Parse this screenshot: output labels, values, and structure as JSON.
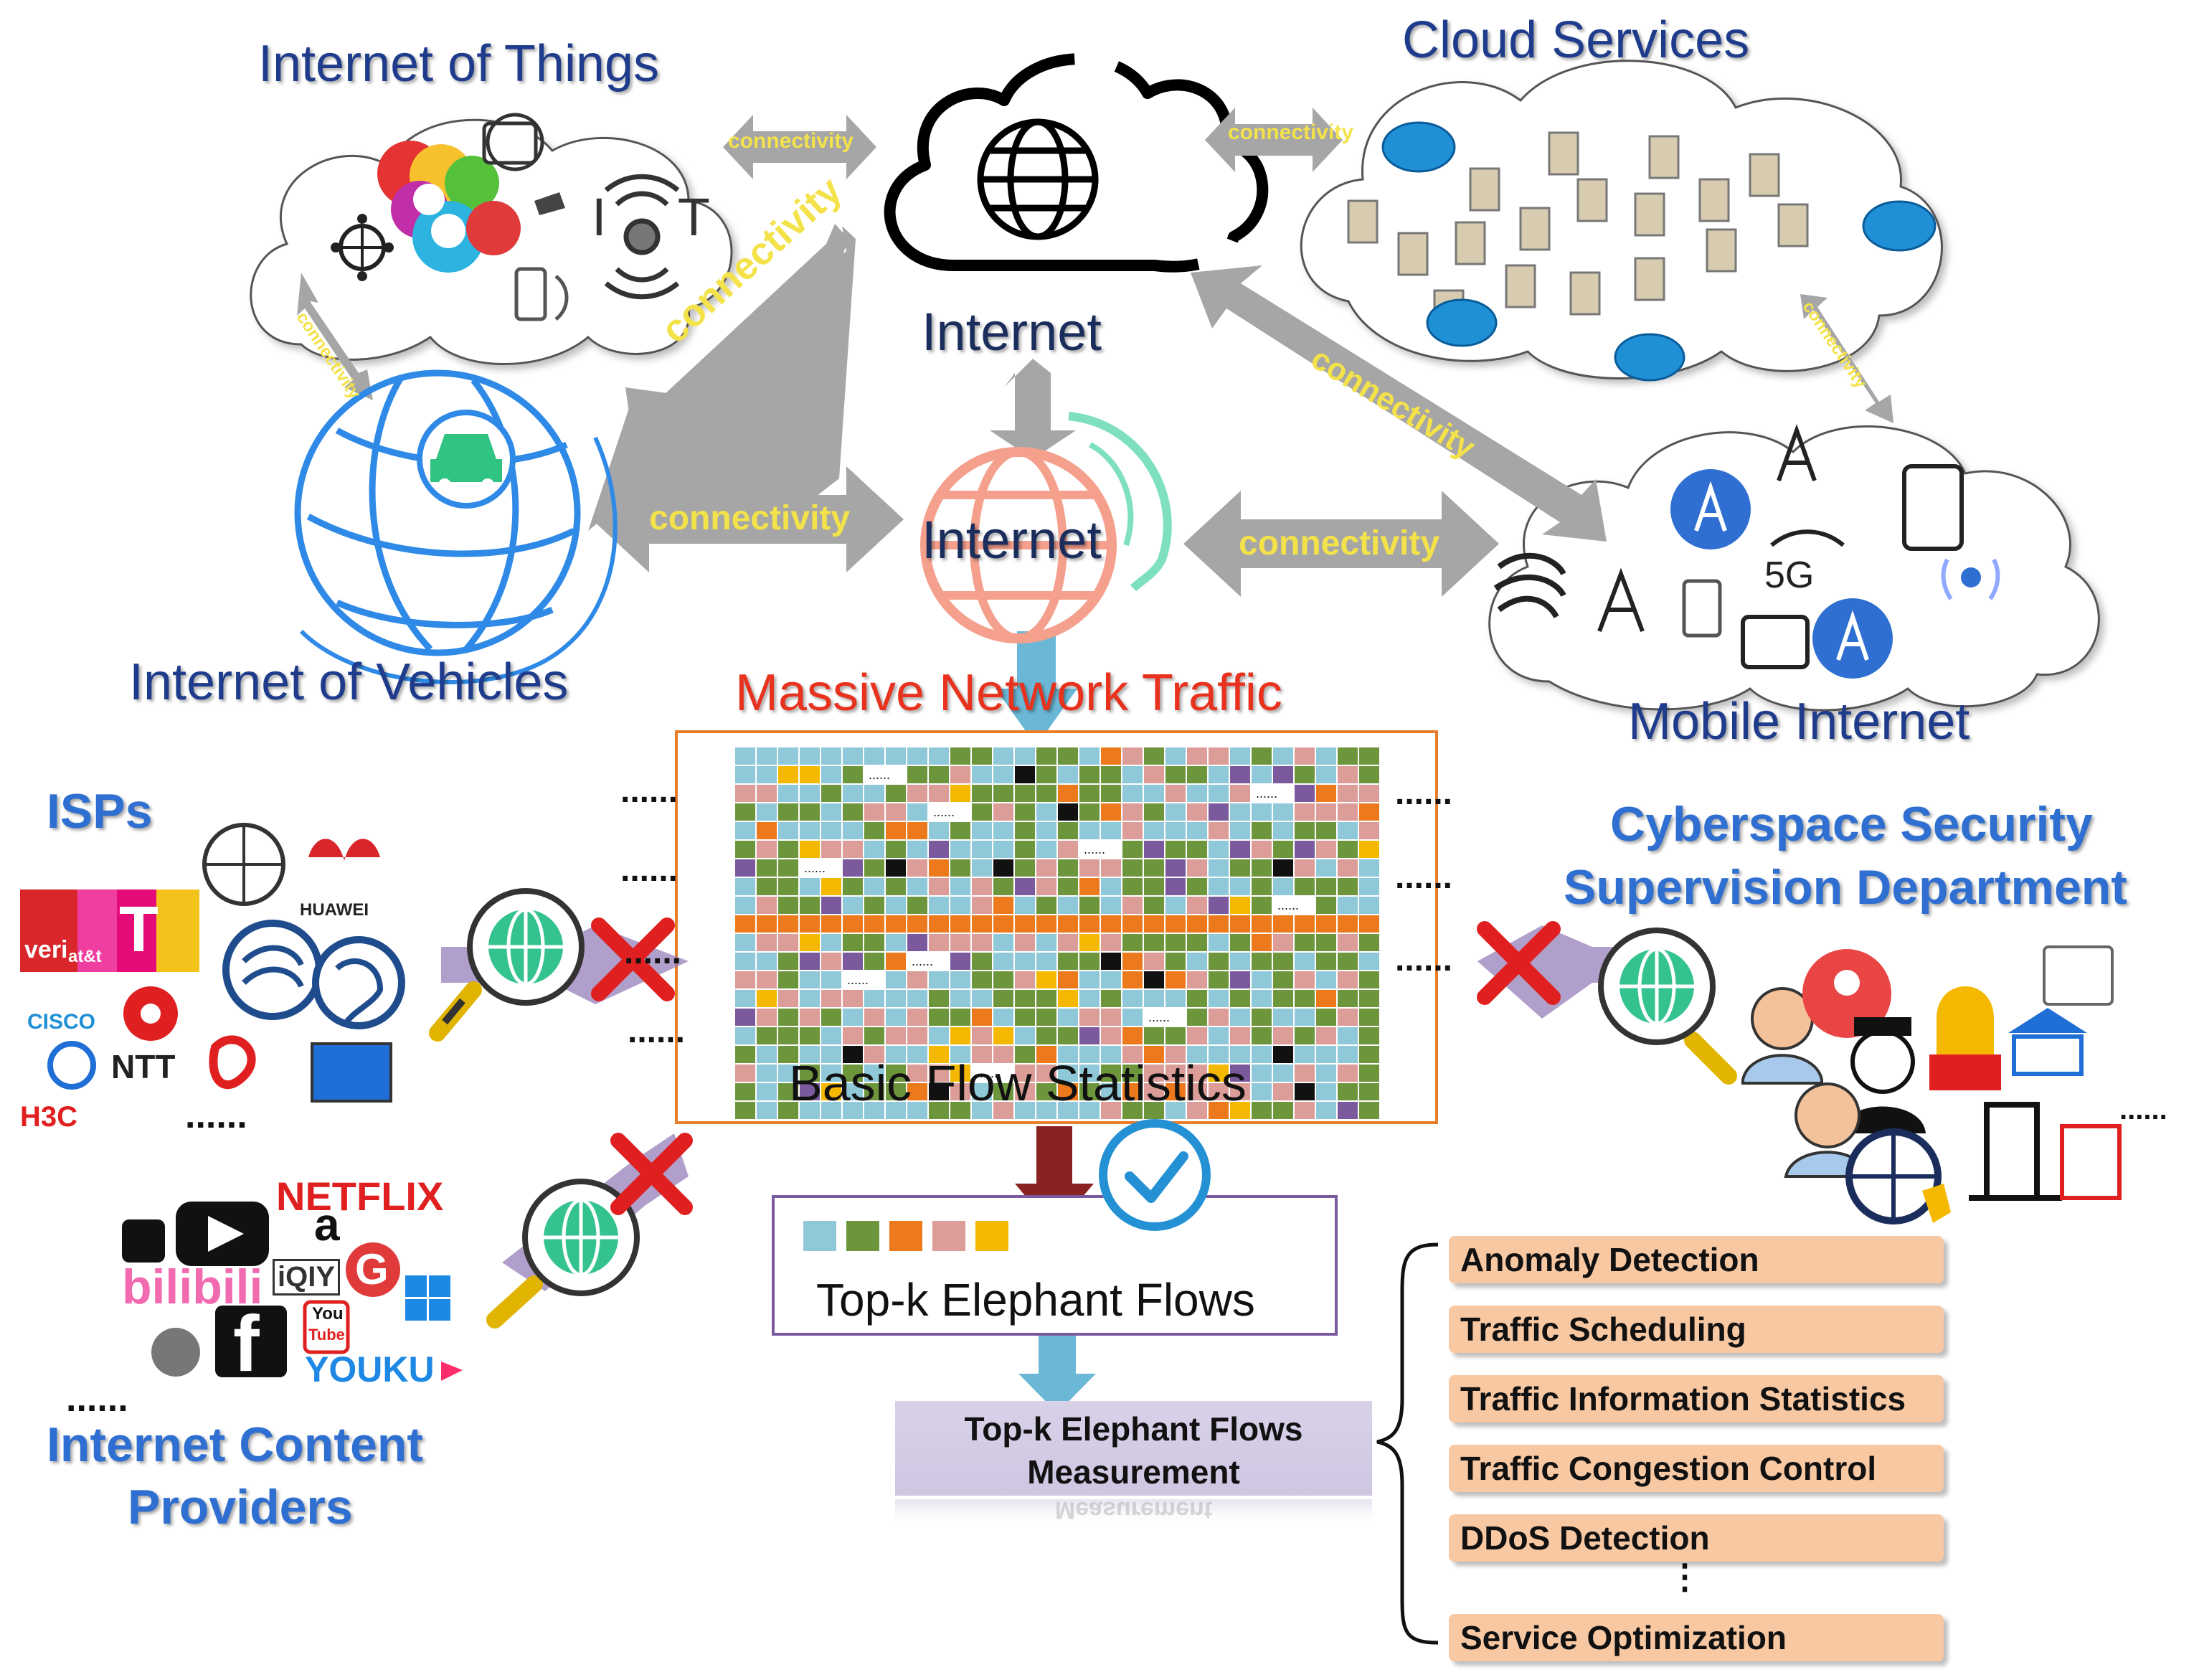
{
  "labels": {
    "iot": "Internet of Things",
    "cloud_services": "Cloud Services",
    "internet_top": "Internet",
    "internet_mid": "Internet",
    "iov": "Internet of Vehicles",
    "mobile": "Mobile Internet",
    "massive": "Massive Network Traffic",
    "isps": "ISPs",
    "cyber_line1": "Cyberspace Security",
    "cyber_line2": "Supervision Department",
    "basic_flow": "Basic Flow Statistics",
    "topk": "Top-k Elephant Flows",
    "measure_line1": "Top-k Elephant Flows",
    "measure_line2": "Measurement",
    "measure_reflect": "Measurement",
    "icp_line1": "Internet Content",
    "icp_line2": "Providers",
    "connectivity": "connectivity",
    "iot_glyph": "I T",
    "g5": "5G",
    "ellipsis_h": "......",
    "ellipsis_v": "⋮",
    "cell_dots": "......"
  },
  "isp_logos": {
    "verizon": "veri",
    "att": "at&t",
    "tmobile": "T",
    "cisco": "CISCO",
    "huawei": "HUAWEI",
    "ntt": "NTT",
    "h3c": "H3C"
  },
  "content_logos": {
    "netflix": "NETFLIX",
    "amazon": "a",
    "google": "G",
    "iqiyi": "iQIY",
    "bilibili": "bilibili",
    "facebook": "f",
    "youtube_1": "You",
    "youtube_2": "Tube",
    "youku": "YOUKU"
  },
  "applications": [
    "Anomaly Detection",
    "Traffic Scheduling",
    "Traffic Information Statistics",
    "Traffic Congestion Control",
    "DDoS Detection",
    "Service Optimization"
  ],
  "colors": {
    "heading": "#1f3c8c",
    "massive": "#e8321e",
    "connectivity_text": "#f4e24a",
    "arrow": "#a6a6a6",
    "flow_blue": "#8fc8d8",
    "flow_green": "#6d963c",
    "flow_orange": "#ec7a1c",
    "flow_pink": "#dc9c98",
    "flow_yellow": "#f5b800",
    "flow_purple": "#7a5a9c",
    "flow_black": "#111111",
    "app_box": "#f8c8a3",
    "box_border": "#e87e2c"
  },
  "icons": [
    "globe-icon",
    "car-icon",
    "server-icon",
    "router-icon",
    "cell-tower-icon",
    "magnifier-icon",
    "cross-icon",
    "check-icon",
    "person-icon",
    "police-icon",
    "alarm-icon",
    "bank-icon",
    "building-icon",
    "phone-icon"
  ]
}
